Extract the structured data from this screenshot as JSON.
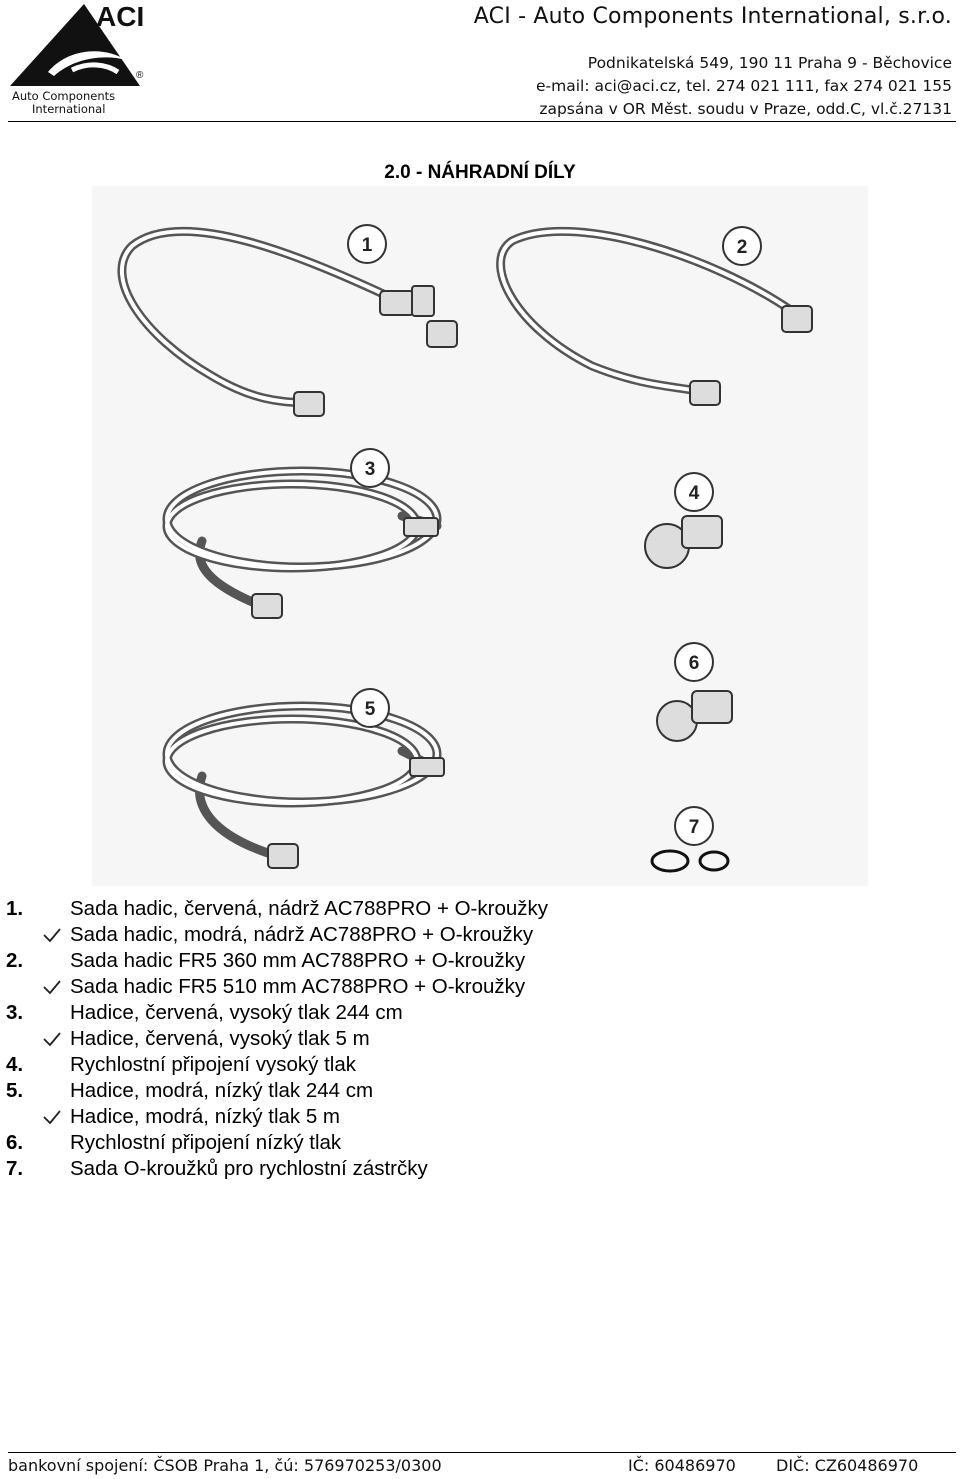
{
  "header": {
    "logo_brand": "ACI",
    "logo_tagline_1": "Auto Components",
    "logo_tagline_2": "International",
    "logo_registered": "®",
    "company_name": "ACI - Auto Components International, s.r.o.",
    "address": "Podnikatelská 549, 190 11 Praha 9 - Běchovice",
    "contact": "e-mail: aci@aci.cz, tel. 274 021 111, fax 274 021 155",
    "register": "zapsána v OR Měst. soudu v Praze, odd.C, vl.č.27131"
  },
  "title": "2.0 - NÁHRADNÍ DÍLY",
  "figure": {
    "callouts": [
      "1",
      "2",
      "3",
      "4",
      "5",
      "6",
      "7"
    ]
  },
  "parts": [
    {
      "number": "1.",
      "text": "Sada hadic, červená, nádrž AC788PRO + O-kroužky"
    },
    {
      "check": true,
      "text": "Sada hadic, modrá, nádrž AC788PRO + O-kroužky"
    },
    {
      "number": "2.",
      "text": "Sada hadic FR5 360 mm AC788PRO + O-kroužky"
    },
    {
      "check": true,
      "text": "Sada hadic FR5 510 mm AC788PRO + O-kroužky"
    },
    {
      "number": "3.",
      "text": "Hadice, červená, vysoký tlak 244 cm"
    },
    {
      "check": true,
      "text": "Hadice, červená, vysoký tlak 5 m"
    },
    {
      "number": "4.",
      "text": "Rychlostní připojení vysoký tlak"
    },
    {
      "number": "5.",
      "text": "Hadice, modrá, nízký tlak 244 cm"
    },
    {
      "check": true,
      "text": "Hadice, modrá, nízký tlak 5 m"
    },
    {
      "number": "6.",
      "text": "Rychlostní připojení nízký tlak"
    },
    {
      "number": "7.",
      "text": "Sada O-kroužků pro rychlostní zástrčky"
    }
  ],
  "footer": {
    "bank": "bankovní spojení: ČSOB Praha 1, čú: 576970253/0300",
    "ic": "IČ: 60486970",
    "dic": "DIČ: CZ60486970"
  },
  "icons": {
    "check": "checkmark-icon"
  }
}
